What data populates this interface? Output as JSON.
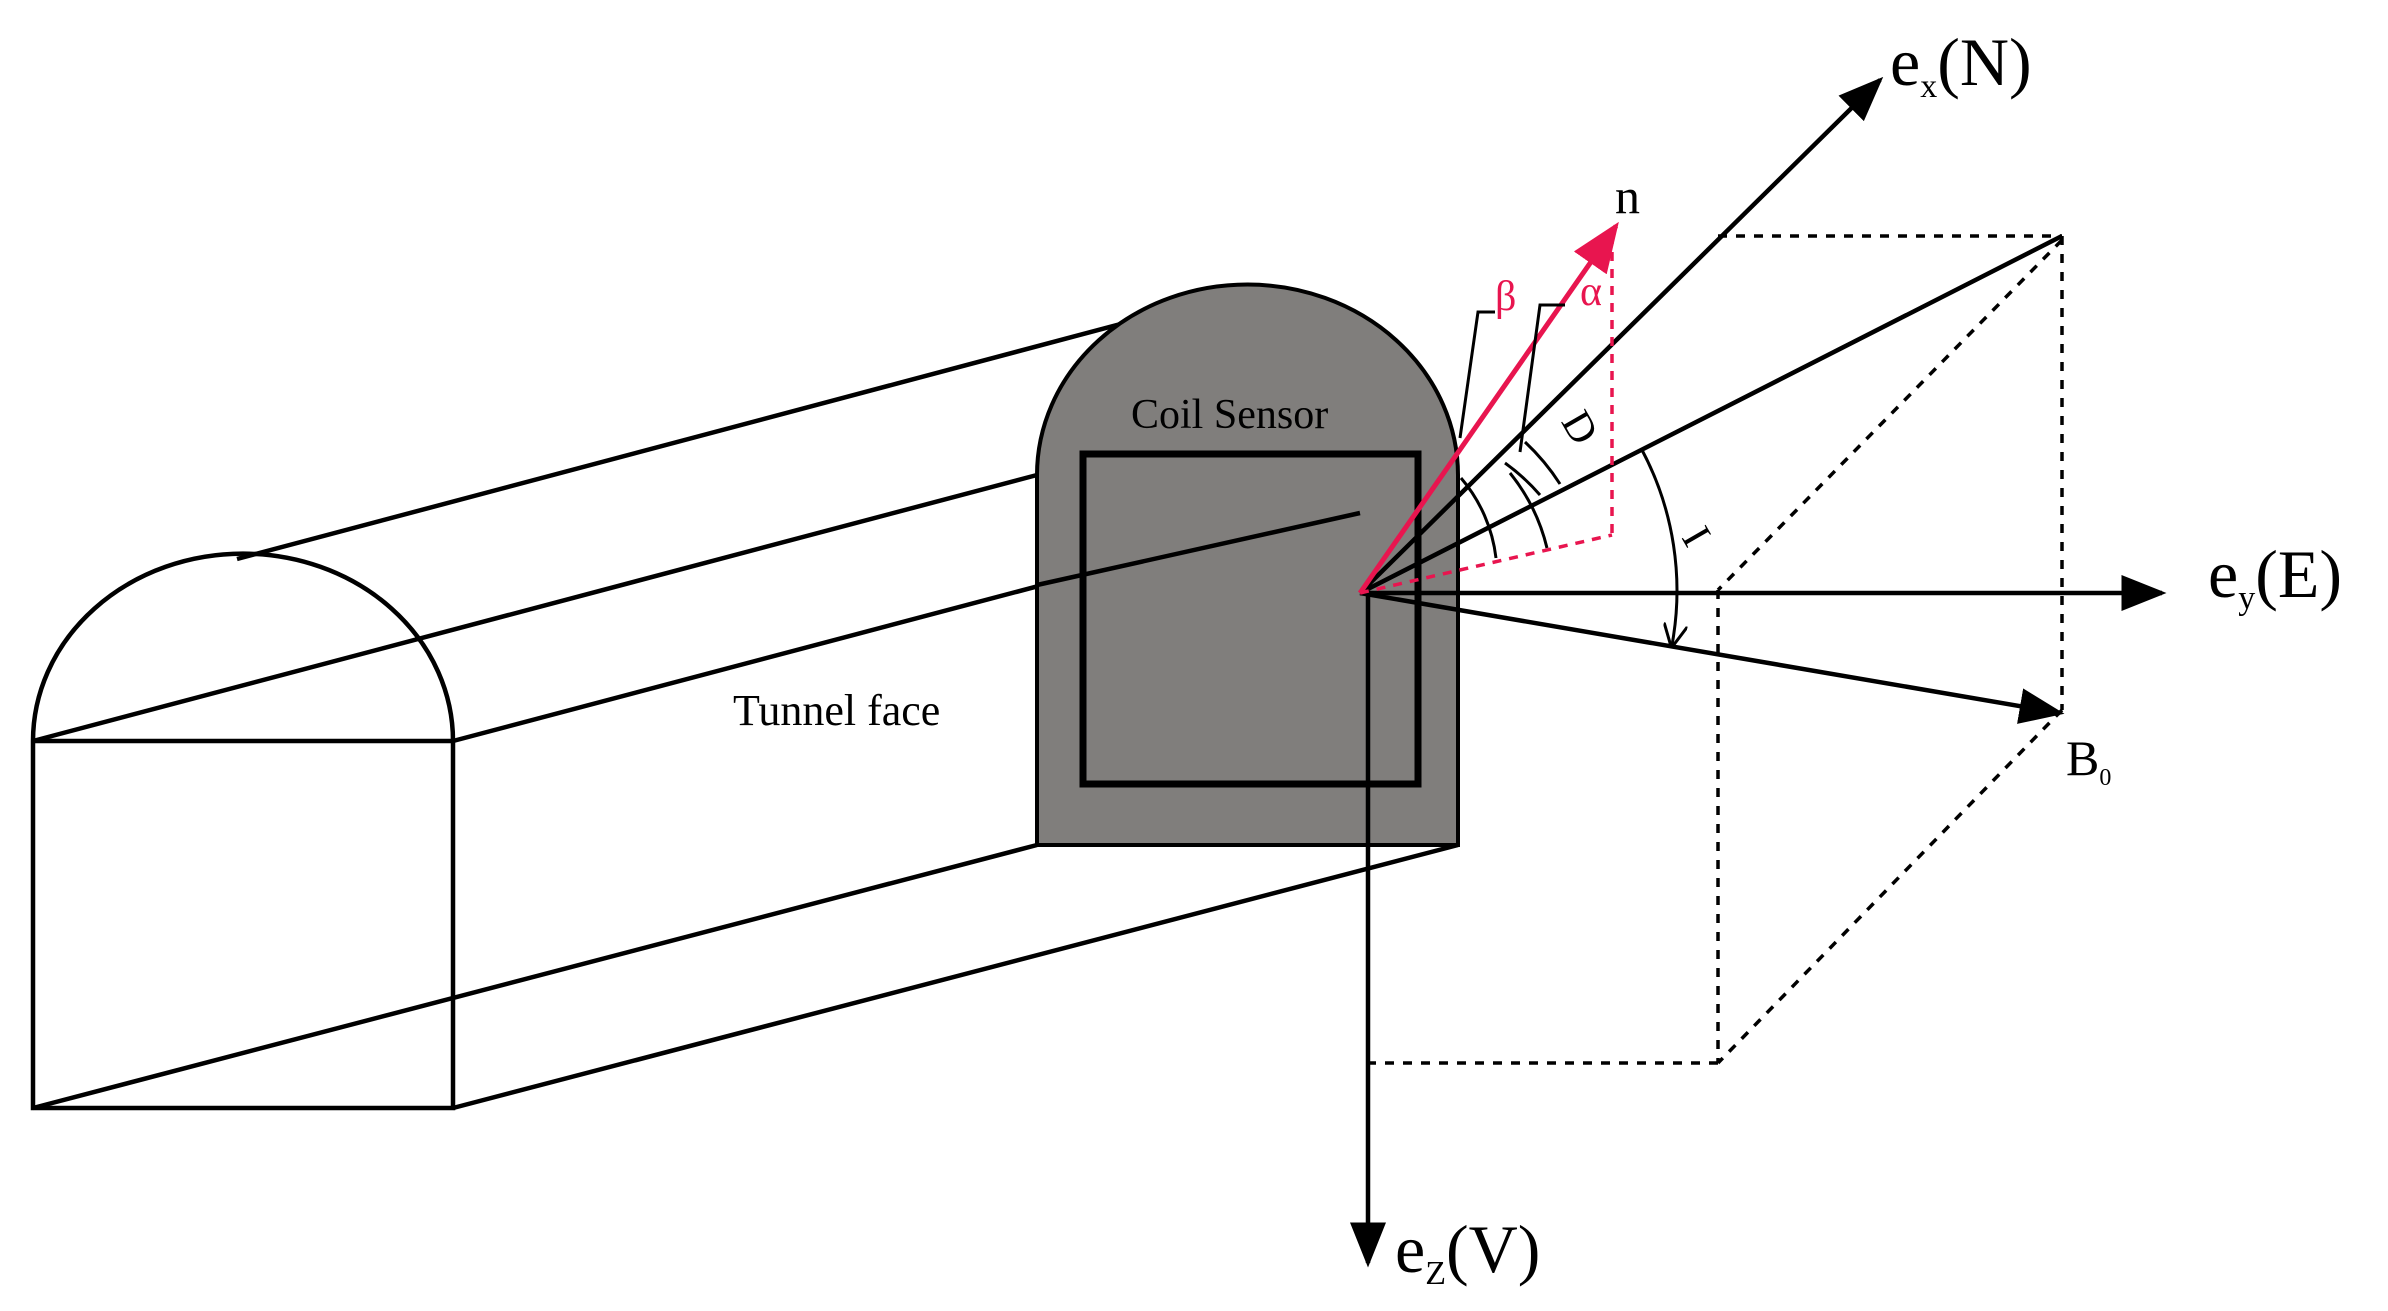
{
  "labels": {
    "coil_sensor": "Coil Sensor",
    "tunnel_face": "Tunnel face",
    "ex_main": "e",
    "ex_sub": "x",
    "ex_dir": "(N)",
    "ey_main": "e",
    "ey_sub": "y",
    "ey_dir": "(E)",
    "ez_main": "e",
    "ez_sub": "Z",
    "ez_dir": "(V)",
    "b0_main": "B",
    "b0_sub": "0",
    "normal": "n",
    "beta": "β",
    "alpha": "α",
    "declination": "D",
    "inclination": "I"
  },
  "colors": {
    "line": "#000000",
    "tunnel_face_fill": "#807e7c",
    "normal_vector": "#e8154f"
  }
}
